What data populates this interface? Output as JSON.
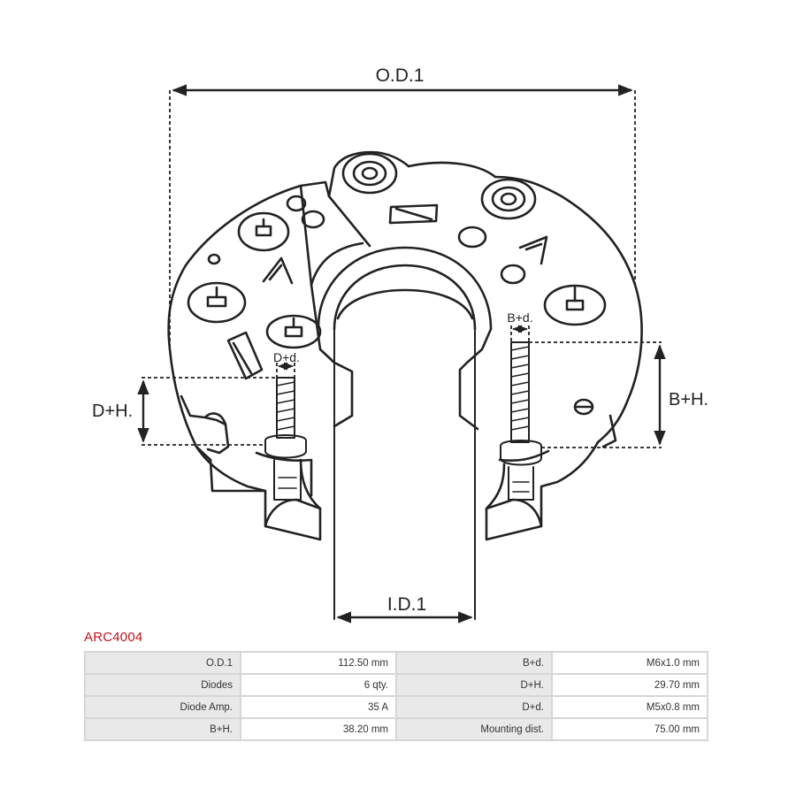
{
  "diagram": {
    "labels": {
      "od1": "O.D.1",
      "id1": "I.D.1",
      "dh": "D+H.",
      "bh": "B+H.",
      "dd": "D+d.",
      "bd": "B+d."
    }
  },
  "product": {
    "code": "ARC4004",
    "specs": [
      [
        {
          "label": "O.D.1",
          "value": "112.50 mm"
        },
        {
          "label": "B+d.",
          "value": "M6x1.0 mm"
        }
      ],
      [
        {
          "label": "Diodes",
          "value": "6 qty."
        },
        {
          "label": "D+H.",
          "value": "29.70 mm"
        }
      ],
      [
        {
          "label": "Diode Amp.",
          "value": "35 A"
        },
        {
          "label": "D+d.",
          "value": "M5x0.8 mm"
        }
      ],
      [
        {
          "label": "B+H.",
          "value": "38.20 mm"
        },
        {
          "label": "Mounting dist.",
          "value": "75.00 mm"
        }
      ]
    ]
  },
  "colors": {
    "part_code": "#c0141b",
    "line": "#222222",
    "label_cell": "#e9e9e9",
    "table_border": "#d6d6d6"
  }
}
